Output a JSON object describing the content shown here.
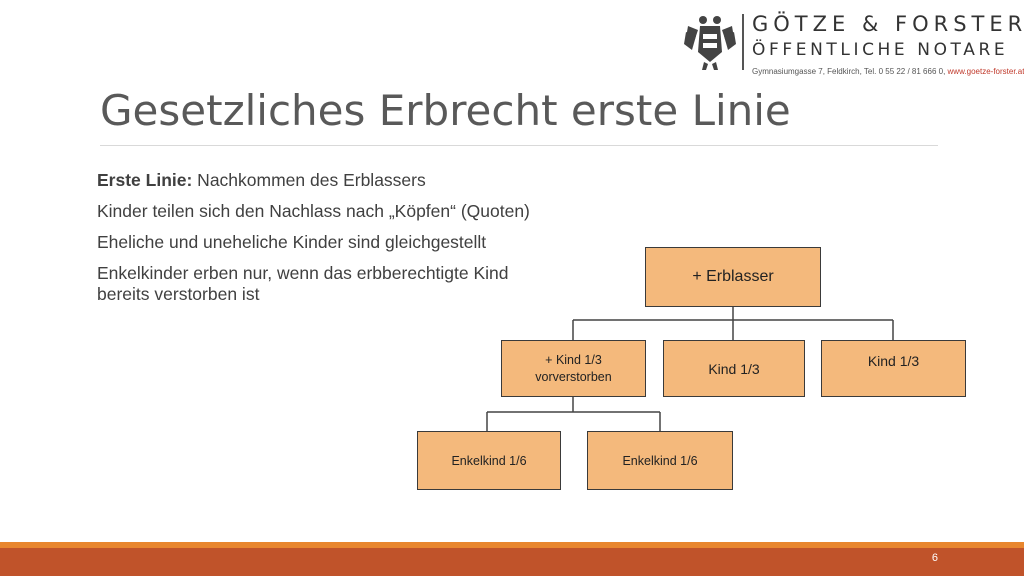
{
  "header": {
    "firm_name": "GÖTZE & FORSTER",
    "firm_subtitle": "ÖFFENTLICHE NOTARE",
    "address": "Gymnasiumgasse 7, Feldkirch, Tel. 0 55 22 / 81 666 0, ",
    "website": "www.goetze-forster.at",
    "logo_icon": "austrian-eagle-coat-of-arms"
  },
  "slide": {
    "title": "Gesetzliches Erbrecht erste Linie",
    "bullets": [
      {
        "bold": "Erste Linie:",
        "text": " Nachkommen des Erblassers"
      },
      {
        "bold": "",
        "text": "Kinder teilen sich den Nachlass nach „Köpfen“ (Quoten)"
      },
      {
        "bold": "",
        "text": "Eheliche und uneheliche Kinder sind gleichgestellt"
      },
      {
        "bold": "",
        "text": "Enkelkinder erben nur, wenn das erbberechtigte Kind bereits verstorben ist"
      }
    ],
    "page_number": "6"
  },
  "tree": {
    "root": "+ Erblasser",
    "child1_line1": "+ Kind 1/3",
    "child1_line2": "vorverstorben",
    "child2": "Kind 1/3",
    "child3": "Kind 1/3",
    "grandchild1": "Enkelkind 1/6",
    "grandchild2": "Enkelkind 1/6"
  },
  "colors": {
    "node_fill": "#f4b97c",
    "footer_orange": "#e8862e",
    "footer_dark": "#c0532a",
    "title": "#595959"
  }
}
